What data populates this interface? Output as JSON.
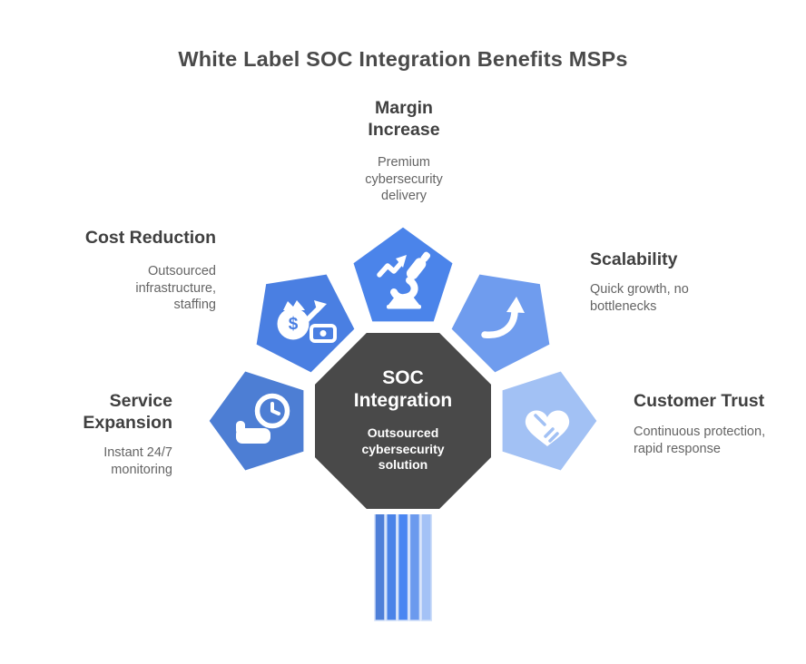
{
  "title": "White Label SOC Integration Benefits MSPs",
  "center": {
    "label": "SOC Integration",
    "description": "Outsourced cybersecurity solution",
    "color": "#494949"
  },
  "benefits": [
    {
      "id": "margin-increase",
      "label": "Margin Increase",
      "description": "Premium cybersecurity delivery",
      "icon": "microscope-growth-icon",
      "color": "#4b84ea",
      "position": "top"
    },
    {
      "id": "cost-reduction",
      "label": "Cost Reduction",
      "description": "Outsourced infrastructure, staffing",
      "icon": "money-bag-arrow-icon",
      "icon_text": "$",
      "color": "#4a7fe2",
      "position": "upper-left"
    },
    {
      "id": "scalability",
      "label": "Scalability",
      "description": "Quick growth, no bottlenecks",
      "icon": "curved-growth-arrow-icon",
      "color": "#6f9cee",
      "position": "upper-right"
    },
    {
      "id": "service-expansion",
      "label": "Service Expansion",
      "description": "Instant 24/7 monitoring",
      "icon": "clock-hand-icon",
      "color": "#4d7ed4",
      "position": "lower-left"
    },
    {
      "id": "customer-trust",
      "label": "Customer Trust",
      "description": "Continuous protection, rapid response",
      "icon": "heart-handshake-icon",
      "color": "#a2c1f4",
      "position": "lower-right"
    }
  ],
  "stem": {
    "colors": [
      "#4e7fd8",
      "#4a83e8",
      "#4a86f2",
      "#6b9aee",
      "#a4c2f6"
    ],
    "border_color": "#cfdef9"
  }
}
